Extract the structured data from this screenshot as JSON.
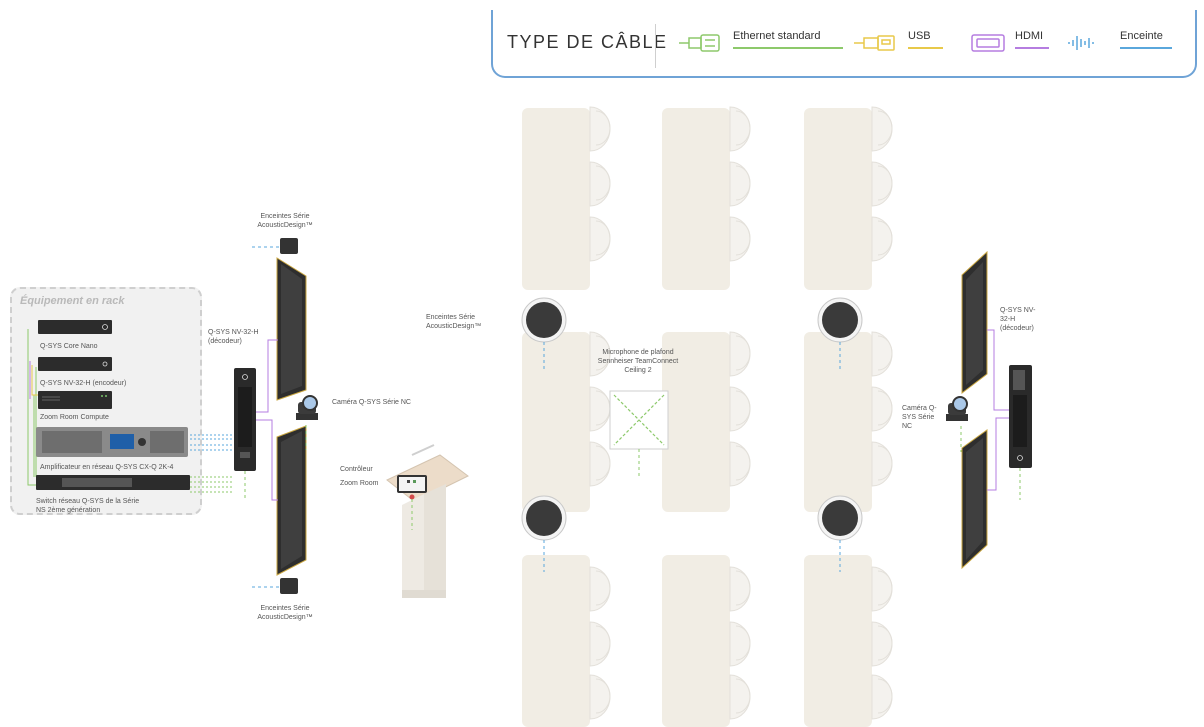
{
  "legend": {
    "title": "TYPE DE CÂBLE",
    "items": [
      {
        "label": "Ethernet standard",
        "color": "#8dc96b",
        "icon": "ethernet-connector-icon"
      },
      {
        "label": "USB",
        "color": "#e8c94a",
        "icon": "usb-connector-icon"
      },
      {
        "label": "HDMI",
        "color": "#b57de0",
        "icon": "hdmi-connector-icon"
      },
      {
        "label": "Enceinte",
        "color": "#5aa7dc",
        "icon": "speaker-wave-icon"
      }
    ]
  },
  "rack": {
    "title": "Équipement en rack",
    "devices": [
      {
        "label": "Q-SYS Core Nano"
      },
      {
        "label": "Q-SYS NV-32-H (encodeur)"
      },
      {
        "label": "Zoom Room Compute"
      },
      {
        "label": "Amplificateur en réseau Q-SYS CX-Q 2K-4"
      },
      {
        "label": "Switch réseau Q-SYS de la Série NS 2ème génération"
      }
    ]
  },
  "labels": {
    "speakers_top": "Enceintes Série AcousticDesign™",
    "speakers_bottom": "Enceintes Série AcousticDesign™",
    "speakers_ceiling": "Enceintes Série AcousticDesign™",
    "decoder_left": "Q-SYS NV-32-H (décodeur)",
    "decoder_right": "Q-SYS NV-32-H (décodeur)",
    "camera_left": "Caméra Q-SYS Série NC",
    "camera_right": "Caméra Q-SYS Série NC",
    "controller": "Contrôleur Zoom Room",
    "microphone": "Microphone de plafond Sennheiser TeamConnect Ceiling 2"
  },
  "colors": {
    "ethernet": "#8dc96b",
    "usb": "#e8c94a",
    "hdmi": "#b57de0",
    "speaker": "#5aa7dc",
    "furniture": "#f1ede4",
    "chair": "#f4f2ee"
  }
}
